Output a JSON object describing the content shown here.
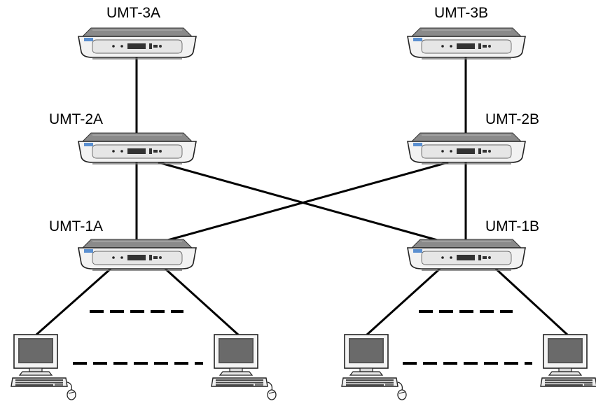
{
  "units": [
    {
      "id": "3a",
      "label": "UMT-3A"
    },
    {
      "id": "3b",
      "label": "UMT-3B"
    },
    {
      "id": "2a",
      "label": "UMT-2A"
    },
    {
      "id": "2b",
      "label": "UMT-2B"
    },
    {
      "id": "1a",
      "label": "UMT-1A"
    },
    {
      "id": "1b",
      "label": "UMT-1B"
    }
  ],
  "links": [
    [
      "3a",
      "2a"
    ],
    [
      "3b",
      "2b"
    ],
    [
      "2a",
      "1a"
    ],
    [
      "2b",
      "1b"
    ],
    [
      "2a",
      "1b"
    ],
    [
      "2b",
      "1a"
    ]
  ],
  "workstations": [
    {
      "id": "ws-1a-left",
      "unit": "1a"
    },
    {
      "id": "ws-1a-right",
      "unit": "1a"
    },
    {
      "id": "ws-1b-left",
      "unit": "1b"
    },
    {
      "id": "ws-1b-right",
      "unit": "1b"
    }
  ],
  "colors": {
    "line": "#000000",
    "device_top": "#6e6e6e",
    "device_body": "#f0f0f0",
    "accent": "#5a8fd0"
  }
}
